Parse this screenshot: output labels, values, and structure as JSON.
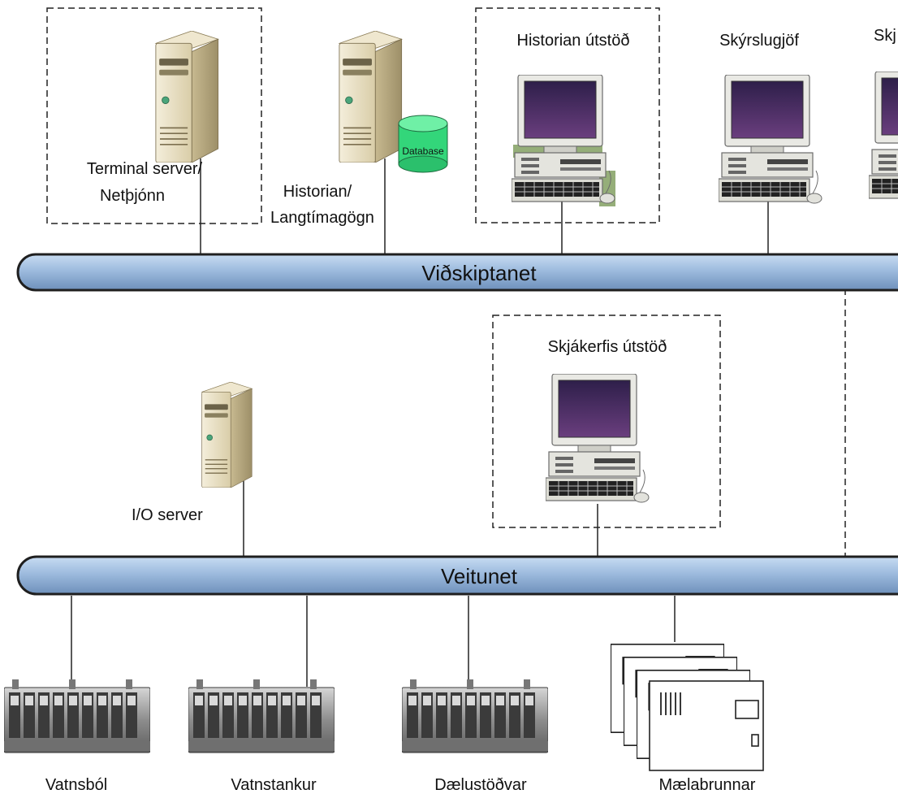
{
  "nodes": {
    "terminal_server": {
      "line1": "Terminal server/",
      "line2": "Netþjónn"
    },
    "historian": {
      "line1": "Historian/",
      "line2": "Langtímagögn",
      "db": "Database"
    },
    "historian_workstation": {
      "label": "Historian útstöð"
    },
    "report_generator": {
      "label": "Skýrslugjöf"
    },
    "cut_off_node": {
      "label": "Skj"
    },
    "scada_workstation": {
      "label": "Skjákerfis útstöð"
    },
    "io_server": {
      "label": "I/O server"
    }
  },
  "networks": {
    "business": {
      "label": "Viðskiptanet"
    },
    "utility": {
      "label": "Veitunet"
    }
  },
  "field": {
    "water_source": {
      "label": "Vatnsból"
    },
    "water_tank": {
      "label": "Vatnstankur"
    },
    "pump_stations": {
      "label": "Dælustöðvar"
    },
    "metering_wells": {
      "label": "Mælabrunnar"
    }
  },
  "colors": {
    "bus_fill": "#9dbbde",
    "bus_stroke": "#1f1f1f",
    "server_body": "#e8dfc4",
    "server_side": "#b8ab85",
    "screen": "#4b2f6a",
    "monitor_case": "#e9e9e4",
    "database": "#33d67a",
    "plc_body": "#9a9a9a"
  }
}
